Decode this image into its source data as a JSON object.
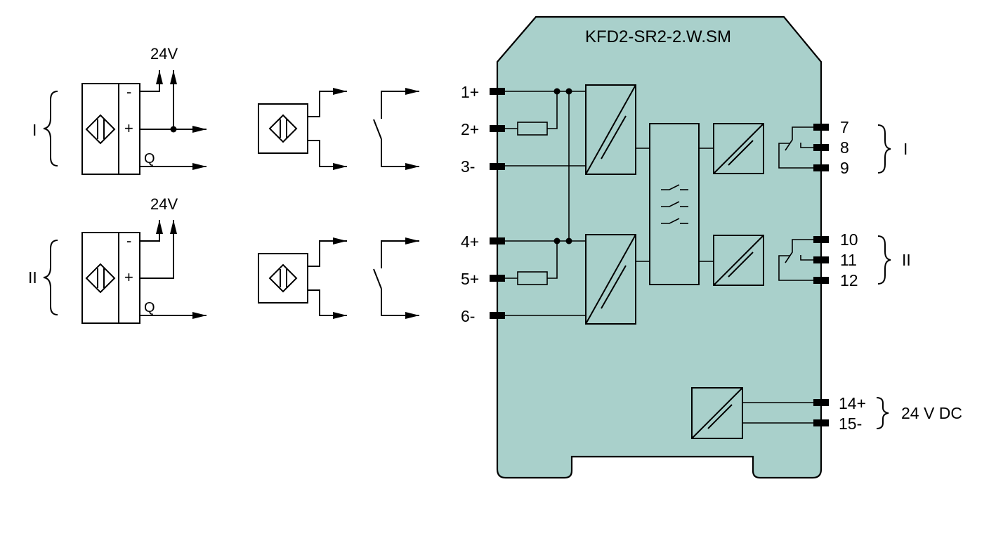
{
  "device": {
    "model": "KFD2-SR2-2.W.SM",
    "body_color": "#a9d0cb"
  },
  "input_sensors": {
    "channels": [
      {
        "group_label": "I",
        "supply_label": "24V",
        "pins": {
          "minus": "-",
          "plus": "+",
          "output": "Q"
        },
        "icon": "3-wire-proximity-sensor-icon"
      },
      {
        "group_label": "II",
        "supply_label": "24V",
        "pins": {
          "minus": "-",
          "plus": "+",
          "output": "Q"
        },
        "icon": "3-wire-proximity-sensor-icon"
      }
    ],
    "alternatives": [
      {
        "icon": "2-wire-proximity-sensor-icon"
      },
      {
        "icon": "mechanical-contact-icon"
      }
    ]
  },
  "input_terminals": [
    {
      "label": "1+"
    },
    {
      "label": "2+"
    },
    {
      "label": "3-"
    },
    {
      "label": "4+"
    },
    {
      "label": "5+"
    },
    {
      "label": "6-"
    }
  ],
  "output_groups": [
    {
      "group_label": "I",
      "terminals": [
        "7",
        "8",
        "9"
      ]
    },
    {
      "group_label": "II",
      "terminals": [
        "10",
        "11",
        "12"
      ]
    }
  ],
  "power": {
    "terminals": [
      "14+",
      "15-"
    ],
    "label": "24 V DC"
  }
}
